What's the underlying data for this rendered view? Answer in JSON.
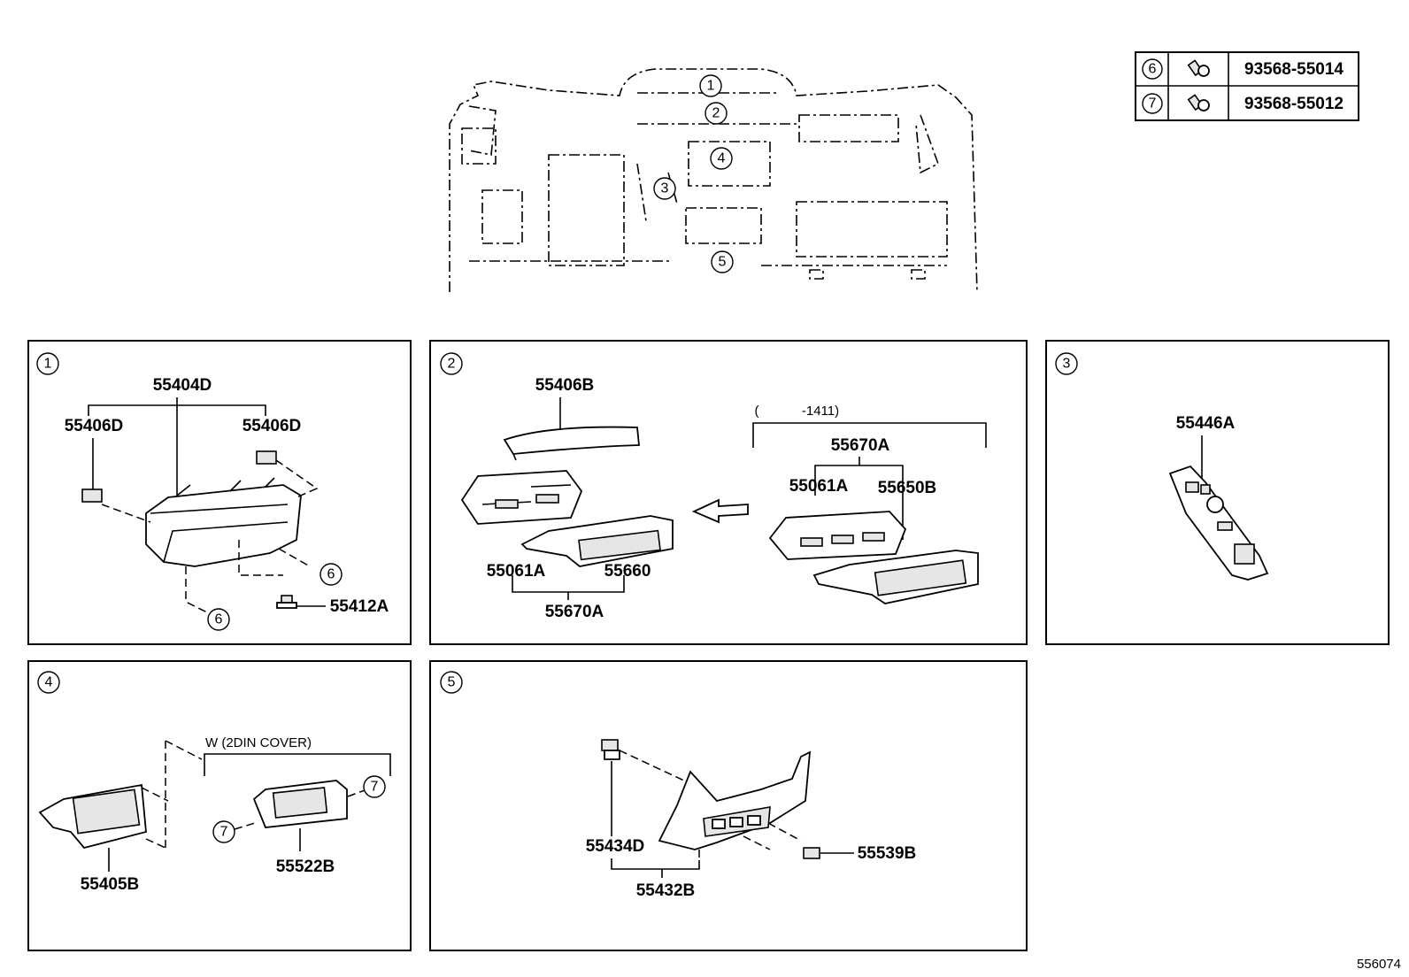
{
  "fastener_table": {
    "rows": [
      {
        "ref": "6",
        "part_no": "93568-55014",
        "icon": "screw-icon"
      },
      {
        "ref": "7",
        "part_no": "93568-55012",
        "icon": "screw-icon"
      }
    ]
  },
  "overview": {
    "callouts": [
      "1",
      "2",
      "3",
      "4",
      "5"
    ]
  },
  "panels": {
    "p1": {
      "num": "1",
      "labels": {
        "assy": "55404D",
        "left_clip": "55406D",
        "right_clip": "55406D",
        "screw_a": "6",
        "screw_b": "6",
        "fastener": "55412A"
      }
    },
    "p2": {
      "num": "2",
      "labels": {
        "cover": "55406B",
        "range_open": "(",
        "range_code": "-1411)",
        "assy_right": "55670A",
        "vent_right": "55061A",
        "bezel_right": "55650B",
        "vent_left": "55061A",
        "bezel_left": "55660",
        "assy_left": "55670A"
      }
    },
    "p3": {
      "num": "3",
      "labels": {
        "panel": "55446A"
      }
    },
    "p4": {
      "num": "4",
      "labels": {
        "variant": "W (2DIN COVER)",
        "screw_left": "7",
        "screw_right": "7",
        "cover": "55522B",
        "bezel": "55405B"
      }
    },
    "p5": {
      "num": "5",
      "labels": {
        "clip": "55434D",
        "assy": "55432B",
        "plug": "55539B"
      }
    }
  },
  "diagram_id": "556074"
}
